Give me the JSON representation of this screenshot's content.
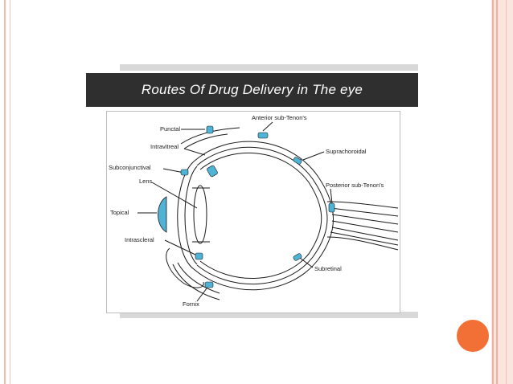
{
  "slide": {
    "title": "Routes Of Drug Delivery in The eye"
  },
  "diagram": {
    "labels": {
      "punctal": "Punctal",
      "intravitreal": "Intravitreal",
      "subconjunctival": "Subconjunctival",
      "lens": "Lens",
      "topical": "Topical",
      "intrascleral": "Intrascleral",
      "fornix": "Fornix",
      "anterior_sub_tenons": "Anterior sub-Tenon's",
      "suprachoroidal": "Suprachoroidal",
      "posterior_sub_tenons": "Posterior sub-Tenon's",
      "subretinal": "Subretinal"
    },
    "colors": {
      "implant": "#4fb3d6",
      "line": "#1a1a1a",
      "title_bar": "#2f2f2f",
      "accent": "#f26f35"
    }
  }
}
